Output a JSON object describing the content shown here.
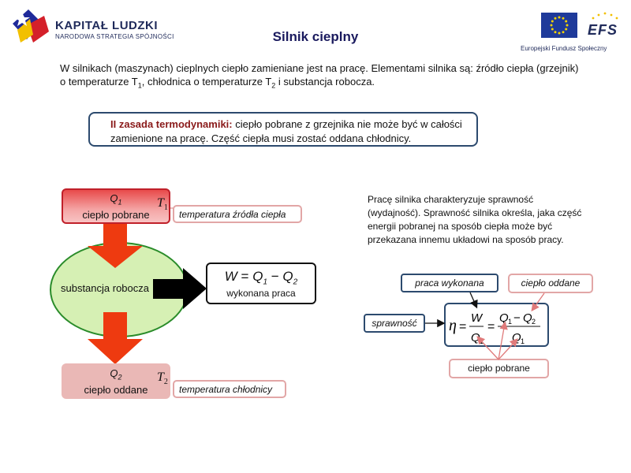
{
  "header": {
    "logo_title": "KAPITAŁ LUDZKI",
    "logo_subtitle": "NARODOWA STRATEGIA SPÓJNOŚCI",
    "page_title": "Silnik cieplny",
    "eu_caption": "Europejski Fundusz Społeczny",
    "efs_logo_text": "EFS"
  },
  "intro": {
    "part1": "W silnikach (maszynach) cieplnych ciepło zamieniane jest na pracę. Elementami silnika są: źródło ciepła (grzejnik) o temperaturze T",
    "sub1": "1",
    "part2": ", chłodnica o temperaturze T",
    "sub2": "2",
    "part3": " i substancja robocza."
  },
  "law": {
    "title": "II zasada termodynamiki:",
    "text": " ciepło pobrane z grzejnika nie może być w całości zamienione na pracę. Część ciepła musi zostać oddana chłodnicy."
  },
  "diagram": {
    "q1_symbol": "Q",
    "q1_sub": "1",
    "q1_label": "ciepło pobrane",
    "t1_symbol": "T",
    "t1_sub": "1",
    "t1_tag": "temperatura źródła ciepła",
    "substance_label": "substancja robocza",
    "work_formula": {
      "w": "W",
      "eq": "=",
      "q1": "Q",
      "q1_sub": "1",
      "minus": "−",
      "q2": "Q",
      "q2_sub": "2"
    },
    "work_label": "wykonana praca",
    "q2_symbol": "Q",
    "q2_sub": "2",
    "q2_label": "ciepło oddane",
    "t2_symbol": "T",
    "t2_sub": "2",
    "t2_tag": "temperatura chłodnicy"
  },
  "efficiency": {
    "text": "Pracę silnika charakteryzuje sprawność (wydajność). Sprawność silnika określa, jaka część energii pobranej na sposób ciepła może być przekazana  innemu układowi na sposób pracy.",
    "tag_work": "praca wykonana",
    "tag_heat_out": "ciepło oddane",
    "tag_efficiency": "sprawność",
    "tag_heat_in": "ciepło pobrane",
    "formula": {
      "eta": "η",
      "eq": "=",
      "w": "W",
      "q": "Q",
      "sub1": "1",
      "sub2": "2",
      "minus": "−"
    }
  },
  "colors": {
    "dark_blue": "#2c4a6e",
    "hot_red": "#c0202a",
    "arrow_red": "#ee3a10",
    "ellipse_fill": "#d6f0b4",
    "ellipse_border": "#2a8c2a",
    "cold_fill": "#eab8b6",
    "tag_border": "#e2a6a6"
  }
}
